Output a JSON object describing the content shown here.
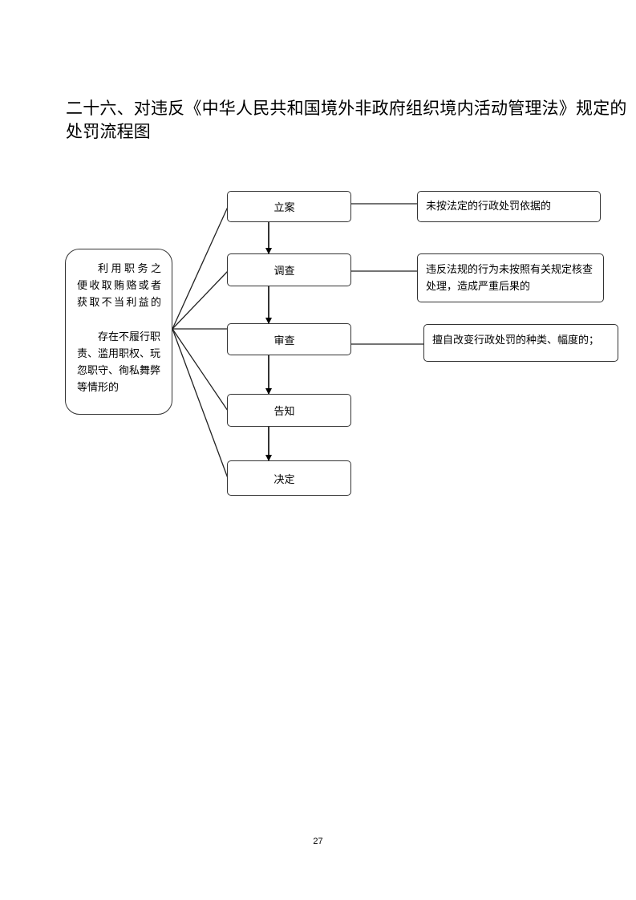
{
  "page": {
    "title": "二十六、对违反《中华人民共和国境外非政府组织境内活动管理法》规定的\n处罚流程图",
    "page_number": "27"
  },
  "flowchart": {
    "steps": [
      {
        "label": "立案"
      },
      {
        "label": "调查"
      },
      {
        "label": "审查"
      },
      {
        "label": "告知"
      },
      {
        "label": "决定"
      }
    ],
    "conditions": {
      "para1": "利用职务之便收取贿赂或者获取不当利益的",
      "para2": "存在不履行职责、滥用职权、玩忽职守、徇私舞弊等情形的"
    },
    "notes": [
      {
        "text": "未按法定的行政处罚依据的"
      },
      {
        "text": "违反法规的行为未按照有关规定核查处理，造成严重后果的"
      },
      {
        "text": "擅自改变行政处罚的种类、幅度的；"
      }
    ]
  }
}
